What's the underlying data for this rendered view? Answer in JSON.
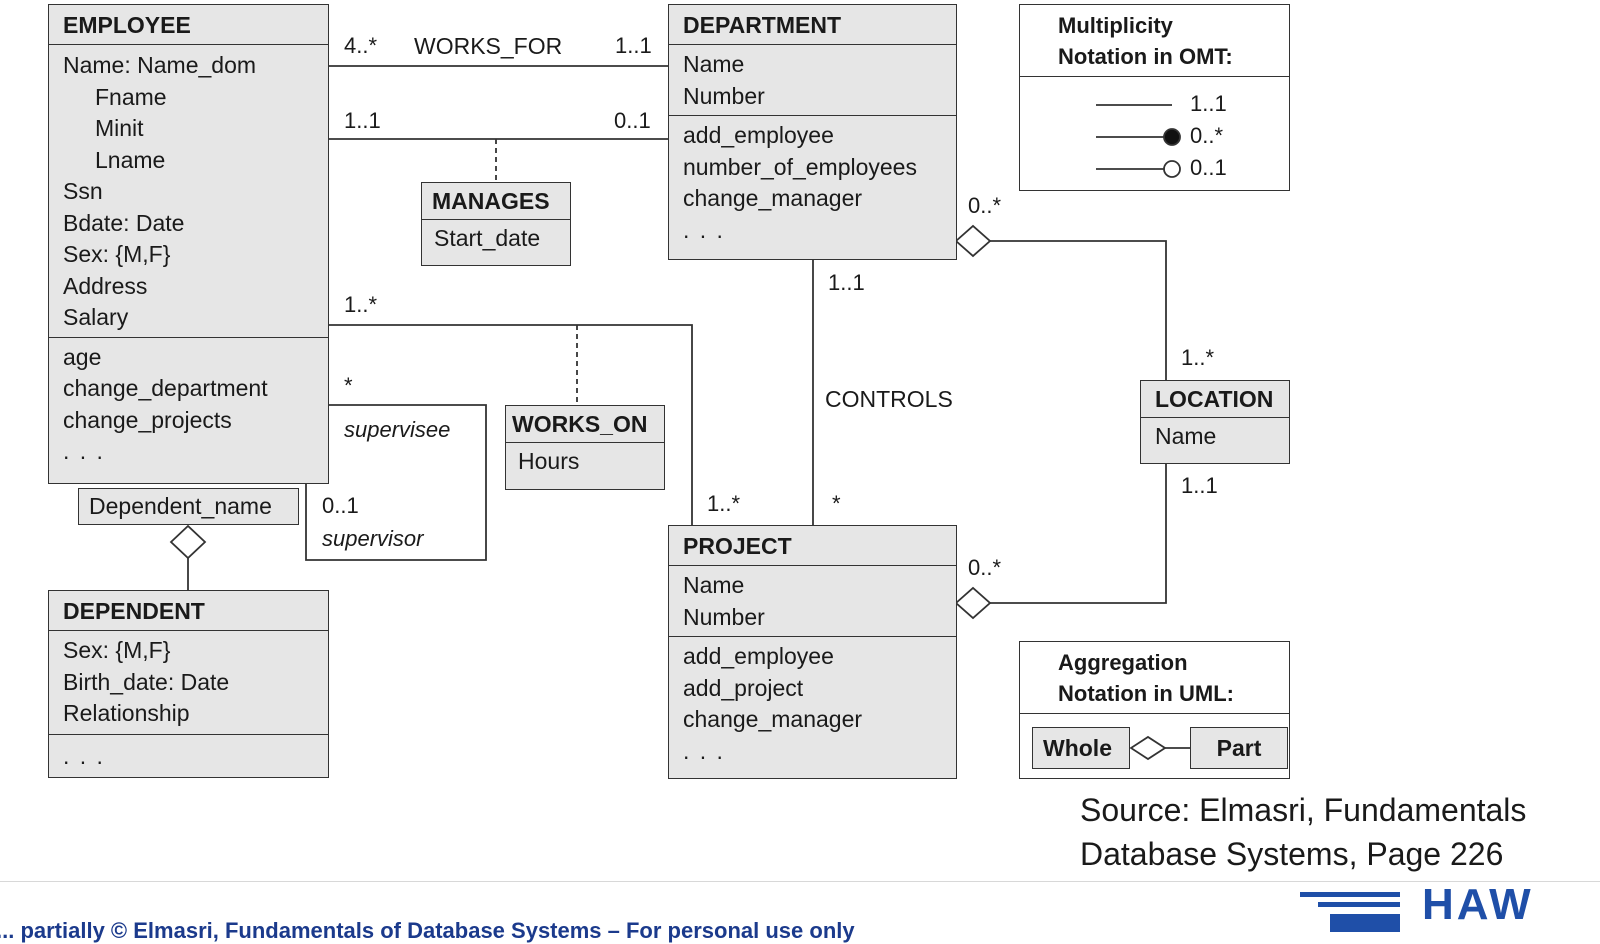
{
  "employee": {
    "title": "EMPLOYEE",
    "attributes": [
      "Name: Name_dom",
      "Fname",
      "Minit",
      "Lname",
      "Ssn",
      "Bdate: Date",
      "Sex: {M,F}",
      "Address",
      "Salary"
    ],
    "operations": [
      "age",
      "change_department",
      "change_projects",
      ". . ."
    ]
  },
  "department": {
    "title": "DEPARTMENT",
    "attributes": [
      "Name",
      "Number"
    ],
    "operations": [
      "add_employee",
      "number_of_employees",
      "change_manager",
      ". . ."
    ]
  },
  "project": {
    "title": "PROJECT",
    "attributes": [
      "Name",
      "Number"
    ],
    "operations": [
      "add_employee",
      "add_project",
      "change_manager",
      ". . ."
    ]
  },
  "dependent": {
    "title": "DEPENDENT",
    "attributes": [
      "Sex: {M,F}",
      "Birth_date: Date",
      "Relationship"
    ],
    "operations": [
      ". . ."
    ]
  },
  "location": {
    "title": "LOCATION",
    "attributes": [
      "Name"
    ]
  },
  "manages": {
    "title": "MANAGES",
    "attributes": [
      "Start_date"
    ]
  },
  "works_on": {
    "title": "WORKS_ON",
    "attributes": [
      "Hours"
    ]
  },
  "qualifier": "Dependent_name",
  "relations": {
    "works_for": {
      "name": "WORKS_FOR",
      "emp_mult": "4..*",
      "dept_mult": "1..1"
    },
    "manages": {
      "emp_mult": "1..1",
      "dept_mult": "0..1"
    },
    "works_on": {
      "emp_mult": "1..*",
      "proj_mult": "1..*"
    },
    "controls": {
      "name": "CONTROLS",
      "dept_mult": "1..1",
      "proj_mult": "*"
    },
    "supervision": {
      "supervisee_mult": "*",
      "supervisee_role": "supervisee",
      "supervisor_mult": "0..1",
      "supervisor_role": "supervisor"
    },
    "dept_location": {
      "dept_mult": "0..*",
      "loc_mult": "1..*"
    },
    "proj_location": {
      "proj_mult": "0..*",
      "loc_mult": "1..1"
    }
  },
  "legend_multiplicity": {
    "title_line1": "Multiplicity",
    "title_line2": "Notation in OMT:",
    "items": [
      "1..1",
      "0..*",
      "0..1"
    ]
  },
  "legend_aggregation": {
    "title_line1": "Aggregation",
    "title_line2": "Notation in UML:",
    "whole": "Whole",
    "part": "Part"
  },
  "source": {
    "line1": "Source: Elmasri, Fundamentals",
    "line2": "Database Systems, Page 226"
  },
  "footer": "... partially © Elmasri, Fundamentals of Database Systems – For personal use only",
  "logo_text": "HAW",
  "colors": {
    "box_fill": "#e6e6e6",
    "line": "#333333",
    "brand_blue": "#1f4fa8"
  }
}
